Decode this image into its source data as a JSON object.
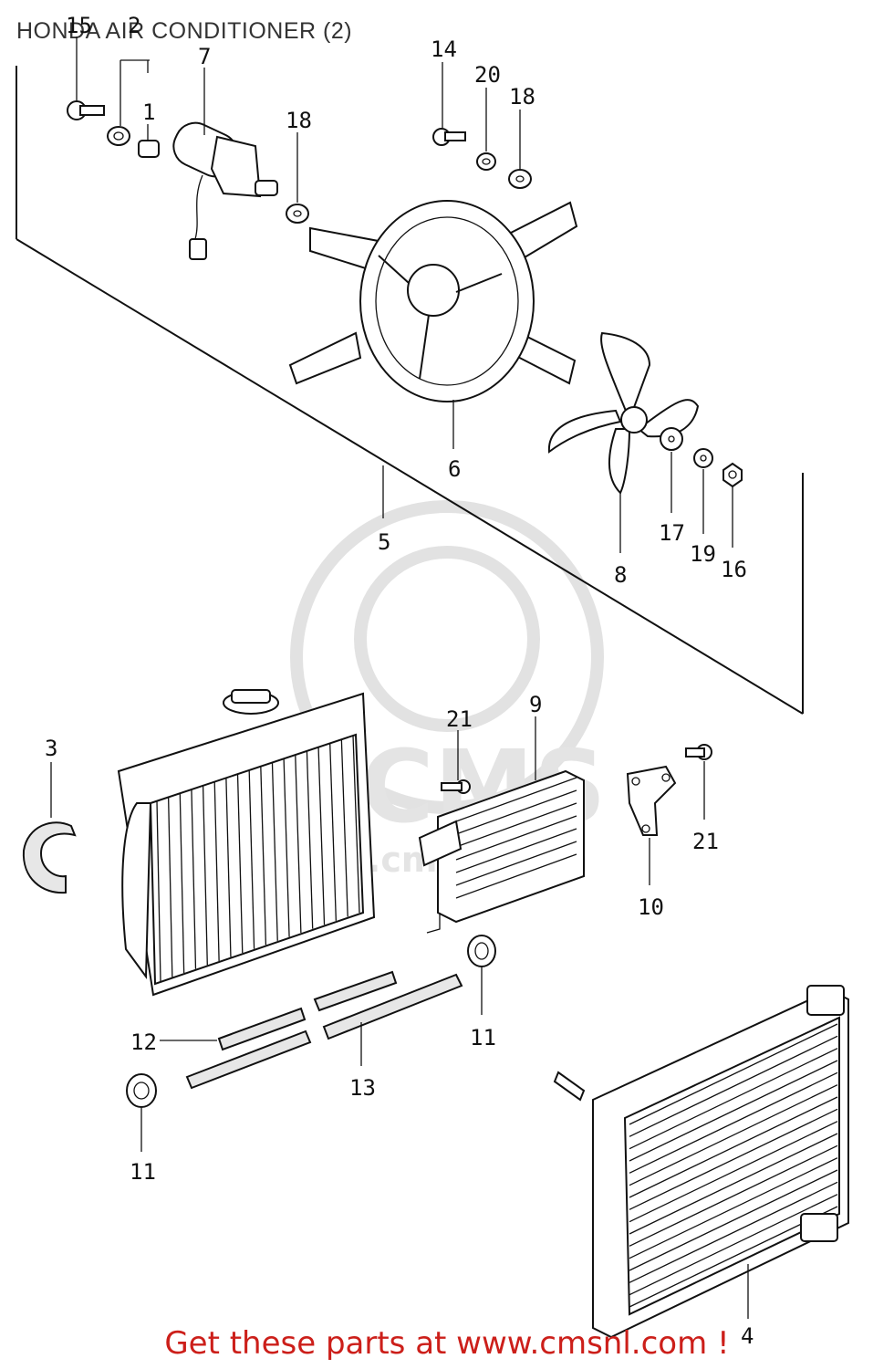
{
  "title": "HONDA AIR CONDITIONER (2)",
  "footer": "Get these parts at www.cmsnl.com !",
  "colors": {
    "footer": "#cc1f1a",
    "lines": "#111111",
    "watermark": "#e2e2e2"
  },
  "watermark": {
    "brand": "CMS",
    "url": "www.cmsnl.com"
  },
  "callouts": {
    "c15": "15",
    "c2": "2",
    "c1": "1",
    "c7": "7",
    "c18a": "18",
    "c14": "14",
    "c20": "20",
    "c18b": "18",
    "c6": "6",
    "c5": "5",
    "c17": "17",
    "c19": "19",
    "c16": "16",
    "c8": "8",
    "c3": "3",
    "c21a": "21",
    "c9": "9",
    "c21b": "21",
    "c10": "10",
    "c11a": "11",
    "c12": "12",
    "c13": "13",
    "c11b": "11",
    "c4": "4"
  }
}
